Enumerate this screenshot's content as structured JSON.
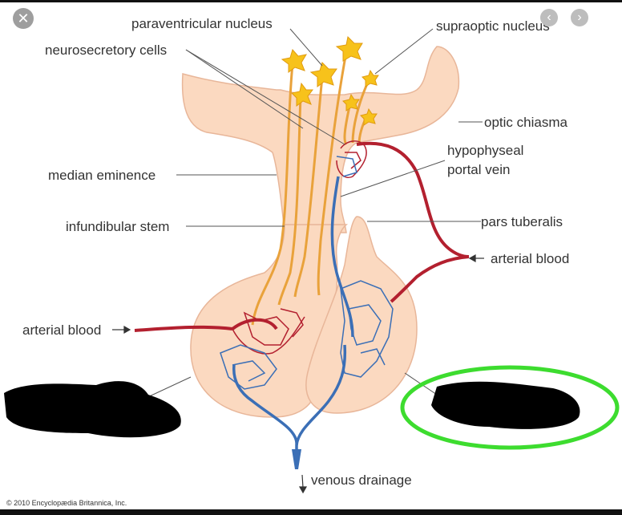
{
  "colors": {
    "tissue": "#fbd9c0",
    "tissue_edge": "#e8b699",
    "neuron": "#f7c21b",
    "axon": "#e9a23b",
    "artery": "#b3202f",
    "vein": "#3b6fb6",
    "highlight": "#3ddc2f",
    "redaction": "#000000",
    "label": "#333333"
  },
  "icons": {
    "close": "close-icon",
    "prev": "chevron-left-icon",
    "next": "chevron-right-icon"
  },
  "nav": {
    "close_glyph": "✕",
    "prev_glyph": "‹",
    "next_glyph": "›"
  },
  "labels": {
    "paraventricular": "paraventricular nucleus",
    "supraoptic": "supraoptic nucleus",
    "neurosecretory": "neurosecretory cells",
    "optic_chiasma": "optic chiasma",
    "hypophyseal_1": "hypophyseal",
    "hypophyseal_2": "portal vein",
    "median_eminence": "median eminence",
    "infundibular": "infundibular stem",
    "pars_tuberalis": "pars tuberalis",
    "arterial_right": "arterial blood",
    "arterial_left": "arterial blood",
    "venous": "venous drainage"
  },
  "copyright": "© 2010 Encyclopædia Britannica, Inc."
}
